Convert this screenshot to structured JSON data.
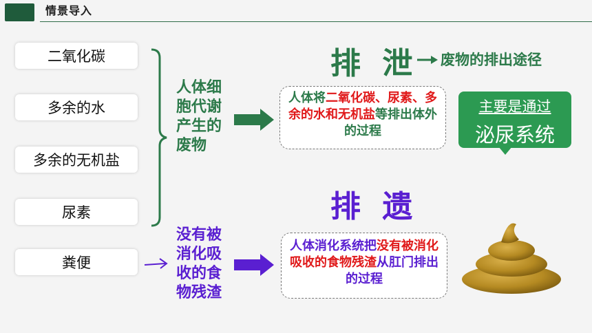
{
  "header": {
    "title": "情景导入"
  },
  "left_items": [
    {
      "label": "二氧化碳"
    },
    {
      "label": "多余的水"
    },
    {
      "label": "多余的无机盐"
    },
    {
      "label": "尿素"
    },
    {
      "label": "粪便"
    }
  ],
  "reason_top": [
    "人体细",
    "胞代谢",
    "产生的",
    "废物"
  ],
  "reason_bottom": [
    "没有被",
    "消化吸",
    "收的食",
    "物残渣"
  ],
  "paixie": {
    "title": "排 泄",
    "subtitle": "废物的排出途径",
    "desc_prefix": "人体将",
    "desc_highlight": "二氧化碳、尿素、多余的水和无机盐",
    "desc_suffix": "等排出体外的过程"
  },
  "callout": {
    "top": "主要是通过",
    "bottom": "泌尿系统"
  },
  "paiyi": {
    "title": "排 遗",
    "desc_prefix": "人体消化系统把",
    "desc_highlight": "没有被消化吸收的食物残渣",
    "desc_suffix": "从肛门排出的过程"
  },
  "colors": {
    "green": "#2c7a4a",
    "purple": "#5a1fd1",
    "red": "#e0191a",
    "callout_green": "#2c9a52"
  },
  "icons": {
    "stool": "stool-icon"
  }
}
